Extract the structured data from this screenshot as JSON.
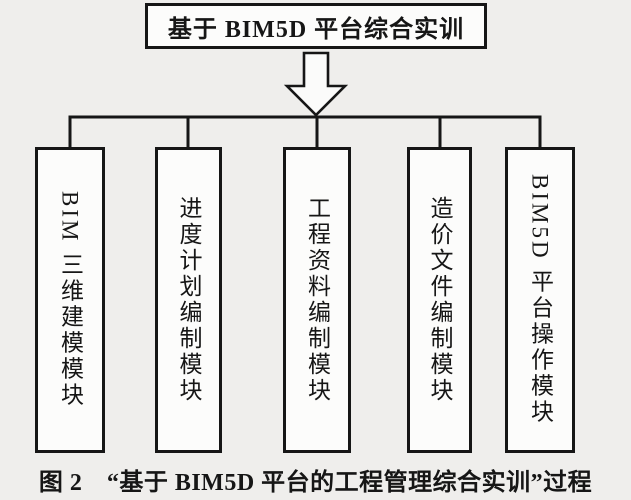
{
  "diagram": {
    "root": {
      "label": "基于 BIM5D 平台综合实训"
    },
    "modules": [
      {
        "label": "BIM 三维建模模块"
      },
      {
        "label": "进度计划编制模块"
      },
      {
        "label": "工程资料编制模块"
      },
      {
        "label": "造价文件编制模块"
      },
      {
        "label": "BIM5D 平台操作模块"
      }
    ],
    "caption": "图 2　“基于 BIM5D 平台的工程管理综合实训”过程",
    "colors": {
      "background": "#efeeec",
      "box_fill": "#fcfcfb",
      "line": "#161616",
      "text": "#161616"
    }
  }
}
